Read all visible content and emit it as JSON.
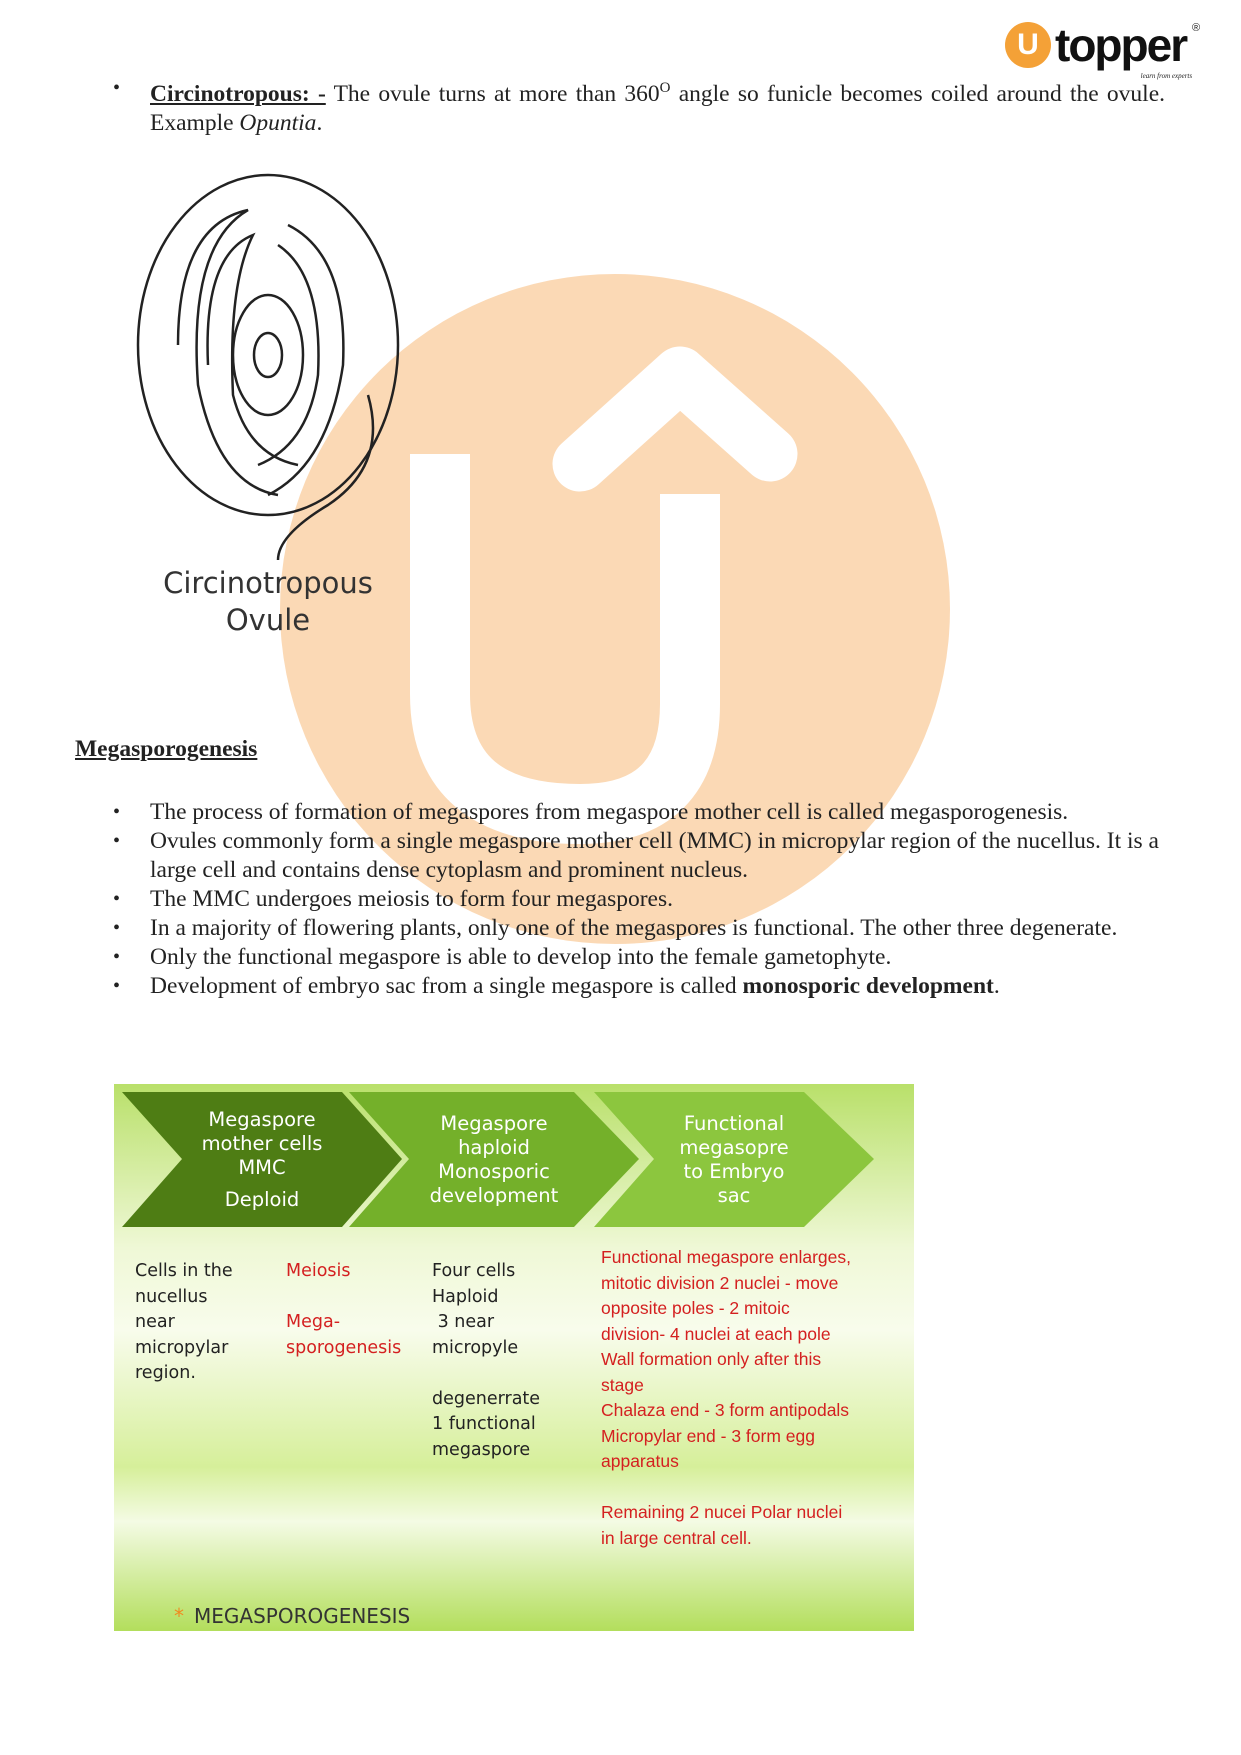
{
  "logo": {
    "mark": "U",
    "name": "topper",
    "registered": "®",
    "tagline": "learn from experts"
  },
  "intro_bullet": {
    "term": "Circinotropous: -",
    "text": " The ovule turns at more than 360",
    "superscript": "O",
    "text2": " angle so funicle becomes coiled around the ovule. Example ",
    "example": "Opuntia",
    "end": "."
  },
  "figure": {
    "caption_line1": "Circinotropous",
    "caption_line2": "Ovule"
  },
  "section": {
    "heading": "Megasporogenesis",
    "bullets": [
      "The process of formation of megaspores from megaspore mother cell is called megasporogenesis.",
      "Ovules commonly form a single megaspore mother cell (MMC) in micropylar region of the nucellus. It is a large cell and contains dense cytoplasm and prominent nucleus.",
      "The MMC undergoes meiosis to form four megaspores.",
      "In a majority of flowering plants, only one of the megaspores is functional. The other three degenerate.",
      "Only the functional megaspore is able to develop into the female gametophyte."
    ],
    "last_bullet": {
      "text": "Development of embryo sac from a single megaspore is called ",
      "bold": "monosporic development",
      "end": "."
    }
  },
  "diagram": {
    "colors": {
      "dark": "#4e7d14",
      "mid": "#74b02a",
      "light": "#8cc63e",
      "red": "#d42020"
    },
    "stages": [
      {
        "lines": [
          "Megaspore",
          "mother cells",
          "MMC",
          "Deploid"
        ]
      },
      {
        "lines": [
          "Megaspore",
          "haploid",
          "Monosporic",
          "development"
        ]
      },
      {
        "lines": [
          "Functional",
          "megasopre",
          "to Embryo",
          "sac"
        ]
      }
    ],
    "col1": [
      "Cells in the",
      "nucellus",
      "near",
      "micropylar",
      "region."
    ],
    "col2": {
      "a": "Meiosis",
      "b1": "Mega-",
      "b2": "sporogenesis"
    },
    "col3": [
      "Four cells",
      "Haploid",
      " 3 near",
      "micropyle",
      "",
      "degenerrate",
      "1 functional",
      "megaspore"
    ],
    "col4": [
      "Functional megaspore enlarges,",
      "mitotic division 2 nuclei - move",
      "opposite poles - 2 mitoic",
      "division- 4 nuclei at each pole",
      "Wall formation only after this",
      "stage",
      "Chalaza end - 3 form antipodals",
      "Micropylar end - 3 form egg",
      "apparatus",
      "",
      "Remaining 2 nucei Polar nuclei",
      "in large central cell."
    ],
    "footer_star": "*",
    "footer": "MEGASPOROGENESIS"
  }
}
